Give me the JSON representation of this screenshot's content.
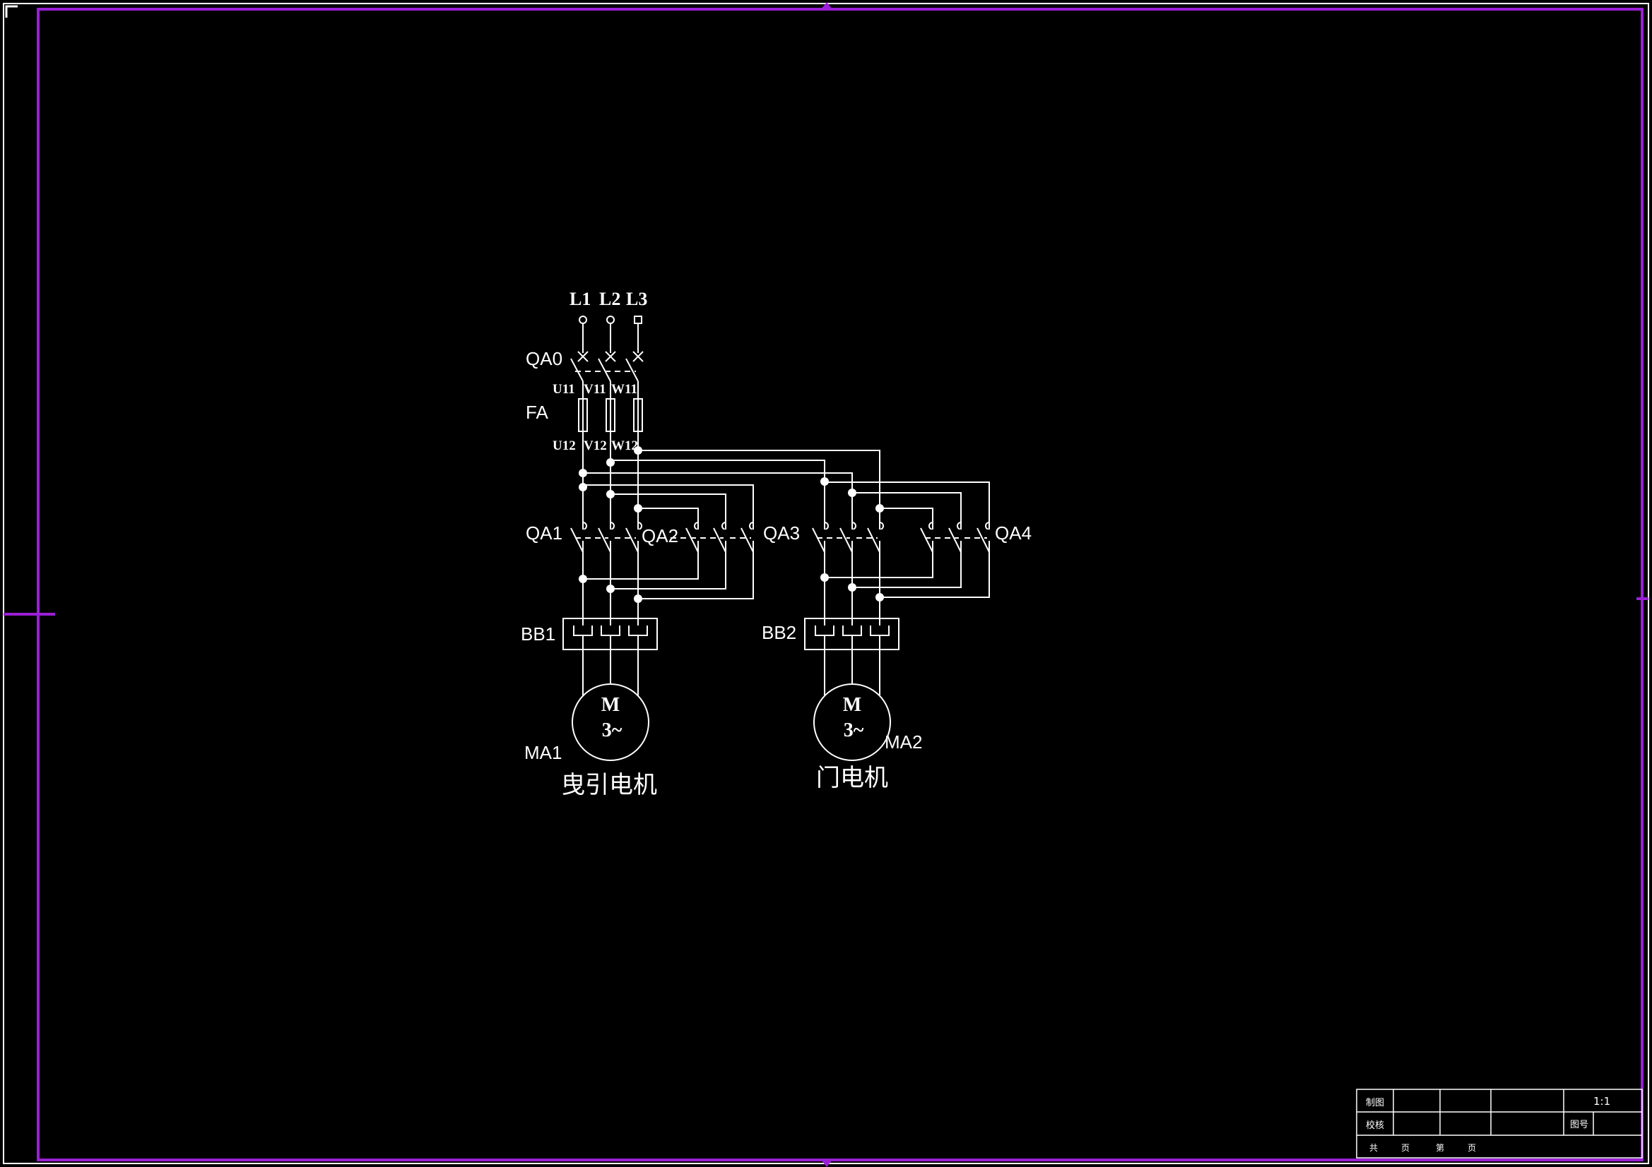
{
  "drawing": {
    "background": "#000000",
    "line_color": "#ffffff",
    "frame_color": "#9b1fd6",
    "supply_terminals": [
      "L1",
      "L2",
      "L3"
    ],
    "main_breaker": "QA0",
    "fuse": "FA",
    "fuse_input_terminals": [
      "U11",
      "V11",
      "W11"
    ],
    "fuse_output_terminals": [
      "U12",
      "V12",
      "W12"
    ],
    "contactors": [
      "QA1",
      "QA2",
      "QA3",
      "QA4"
    ],
    "overload_relays": [
      "BB1",
      "BB2"
    ],
    "motors": [
      {
        "tag": "MA1",
        "symbol": "M",
        "phase": "3~",
        "caption": "曳引电机"
      },
      {
        "tag": "MA2",
        "symbol": "M",
        "phase": "3~",
        "caption": "门电机"
      }
    ]
  },
  "title_block": {
    "drawn_by": "制图",
    "checked_by": "校核",
    "scale": "1:1",
    "drawing_no": "图号",
    "sheet_total_prefix": "共",
    "sheet_unit": "页",
    "sheet_index_prefix": "第",
    "sheet_unit2": "页"
  }
}
